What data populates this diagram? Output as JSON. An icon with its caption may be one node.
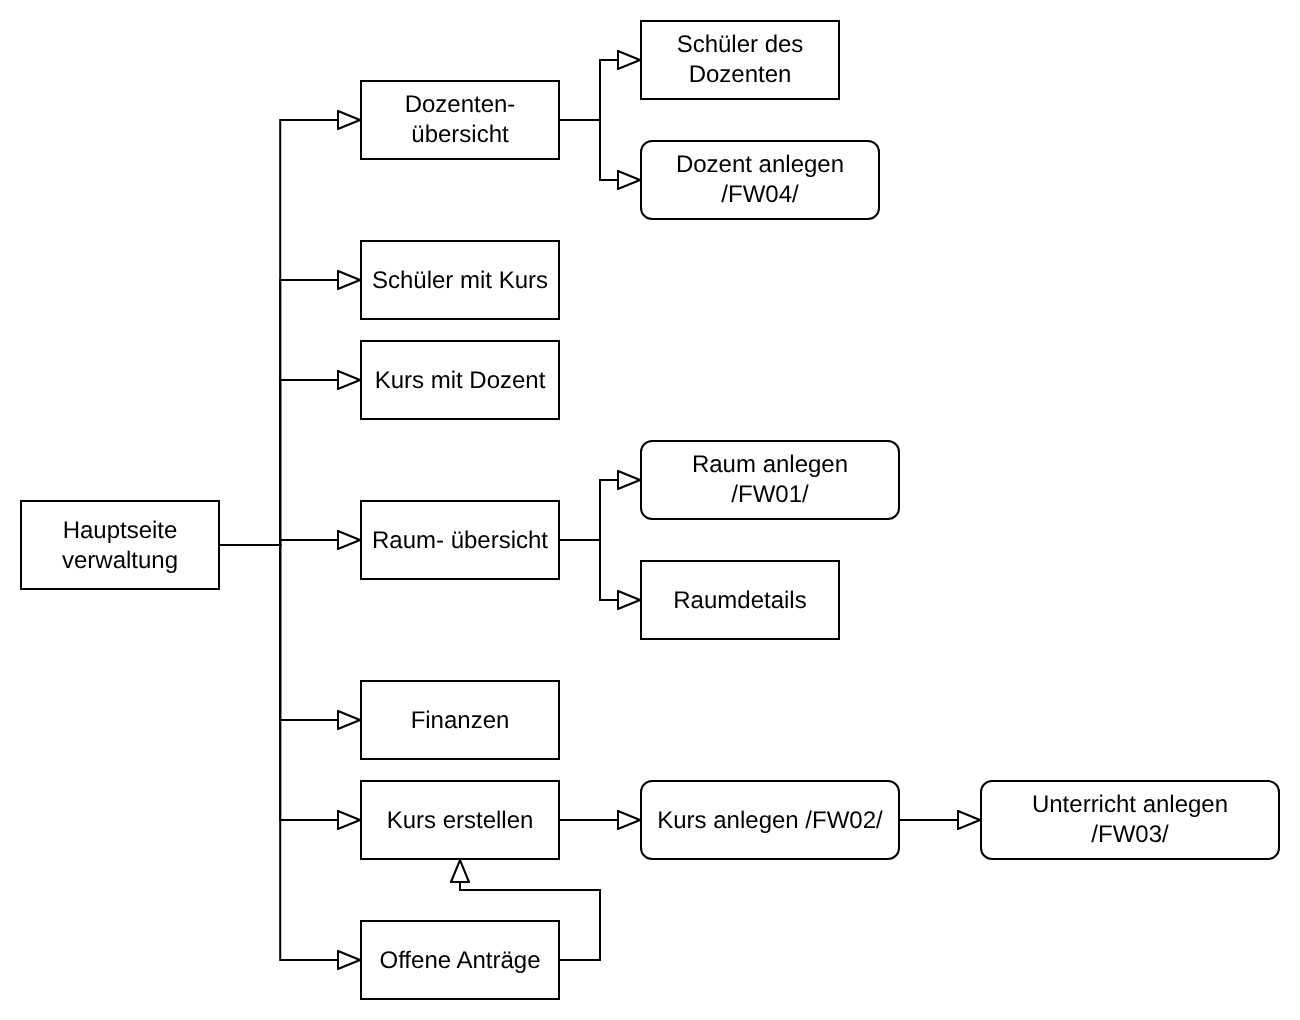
{
  "diagram": {
    "nodes": [
      {
        "text": [
          "Hauptseite verwaltung"
        ]
      },
      {
        "text": [
          "Dozenten- übersicht"
        ]
      },
      {
        "text": [
          "Schüler des Dozenten"
        ]
      },
      {
        "text": [
          "Dozent anlegen /FW04/"
        ]
      },
      {
        "text": [
          "Schüler mit Kurs"
        ]
      },
      {
        "text": [
          "Kurs mit Dozent"
        ]
      },
      {
        "text": [
          "Raum- übersicht"
        ]
      },
      {
        "text": [
          "Raum anlegen /FW01/"
        ]
      },
      {
        "text": [
          "Raumdetails"
        ]
      },
      {
        "text": [
          "Finanzen"
        ]
      },
      {
        "text": [
          "Kurs erstellen"
        ]
      },
      {
        "text": [
          "Kurs anlegen /FW02/"
        ]
      },
      {
        "text": [
          "Unterricht anlegen /FW03/"
        ]
      },
      {
        "text": [
          "Offene Anträge"
        ]
      }
    ],
    "edges": [
      {
        "from": 0,
        "to": 1,
        "arrow": "to"
      },
      {
        "from": 0,
        "to": 4,
        "arrow": "to"
      },
      {
        "from": 0,
        "to": 5,
        "arrow": "to"
      },
      {
        "from": 0,
        "to": 6,
        "arrow": "to"
      },
      {
        "from": 0,
        "to": 9,
        "arrow": "to"
      },
      {
        "from": 0,
        "to": 10,
        "arrow": "to"
      },
      {
        "from": 0,
        "to": 13,
        "arrow": "to"
      },
      {
        "from": 1,
        "to": 2,
        "arrow": "to"
      },
      {
        "from": 1,
        "to": 3,
        "arrow": "to"
      },
      {
        "from": 6,
        "to": 7,
        "arrow": "to"
      },
      {
        "from": 6,
        "to": 8,
        "arrow": "to"
      },
      {
        "from": 10,
        "to": 11,
        "arrow": "to"
      },
      {
        "from": 11,
        "to": 12,
        "arrow": "to"
      },
      {
        "from": 13,
        "to": 10,
        "arrow": "to"
      }
    ]
  }
}
